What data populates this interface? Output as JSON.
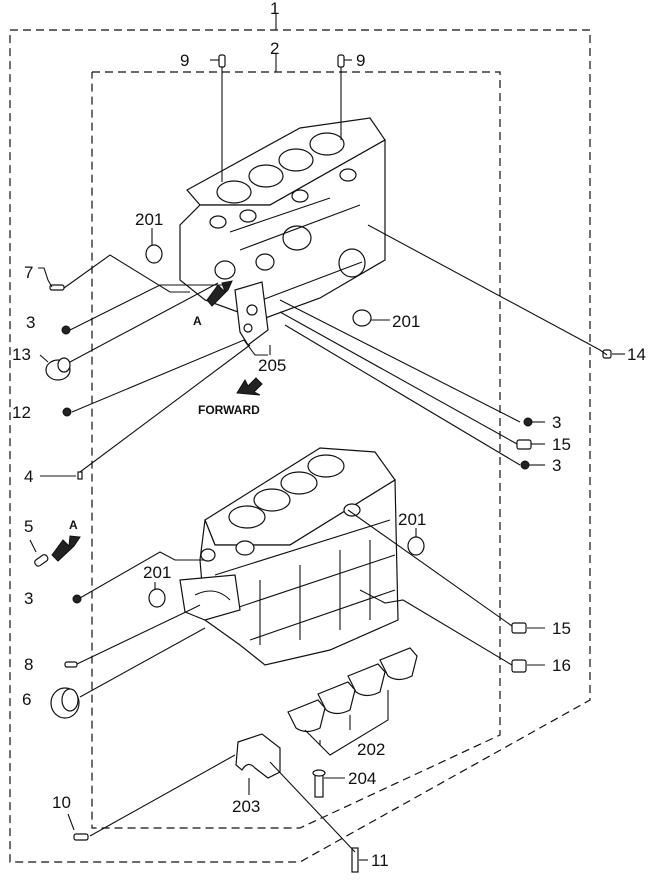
{
  "callouts": {
    "c1": "1",
    "c2": "2",
    "c9a": "9",
    "c9b": "9",
    "c201a": "201",
    "c201b": "201",
    "c201c": "201",
    "c201d": "201",
    "c7": "7",
    "c3a": "3",
    "c13": "13",
    "c12": "12",
    "c205": "205",
    "c14": "14",
    "c3b": "3",
    "c15a": "15",
    "c3c": "3",
    "c4": "4",
    "c5": "5",
    "c3d": "3",
    "c15b": "15",
    "c16": "16",
    "c8": "8",
    "c6": "6",
    "c202": "202",
    "c204": "204",
    "c10": "10",
    "c203": "203",
    "c11": "11"
  },
  "labels": {
    "arrow_a_top": "A",
    "arrow_a_left": "A",
    "forward": "FORWARD"
  }
}
